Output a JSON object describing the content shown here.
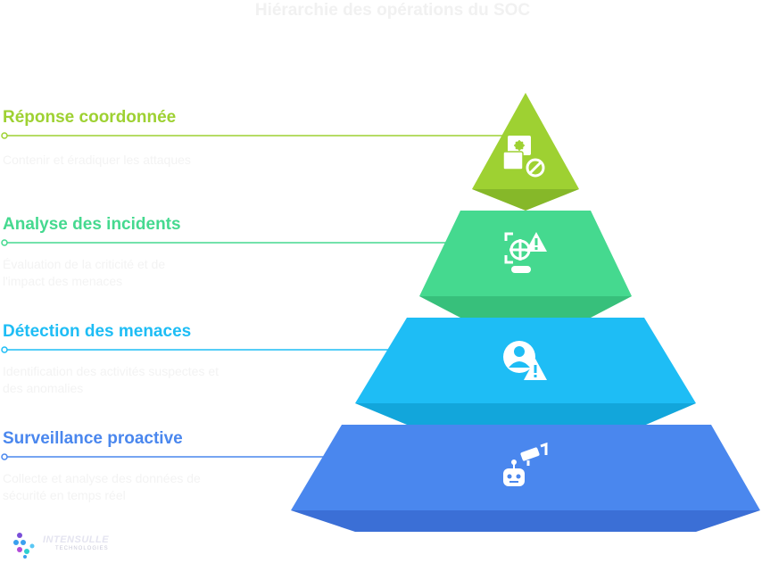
{
  "title": "Hiérarchie des opérations du SOC",
  "colors": {
    "level1": "#9ed132",
    "level2": "#45d98f",
    "level3": "#1ebdf5",
    "level4": "#4a87ee"
  },
  "levels": [
    {
      "title": "Réponse coordonnée",
      "description": "Contenir et éradiquer les attaques",
      "icon": "blocked-threat-icon"
    },
    {
      "title": "Analyse des incidents",
      "description": "Évaluation de la criticité et de l'impact des menaces",
      "icon": "threat-analysis-icon"
    },
    {
      "title": "Détection des menaces",
      "description": "Identification des activités suspectes et des anomalies",
      "icon": "user-alert-icon"
    },
    {
      "title": "Surveillance proactive",
      "description": "Collecte et analyse des données de sécurité en temps réel",
      "icon": "robot-camera-icon"
    }
  ],
  "logo": {
    "name": "INTENSULLE",
    "sub": "TECHNOLOGIES"
  }
}
